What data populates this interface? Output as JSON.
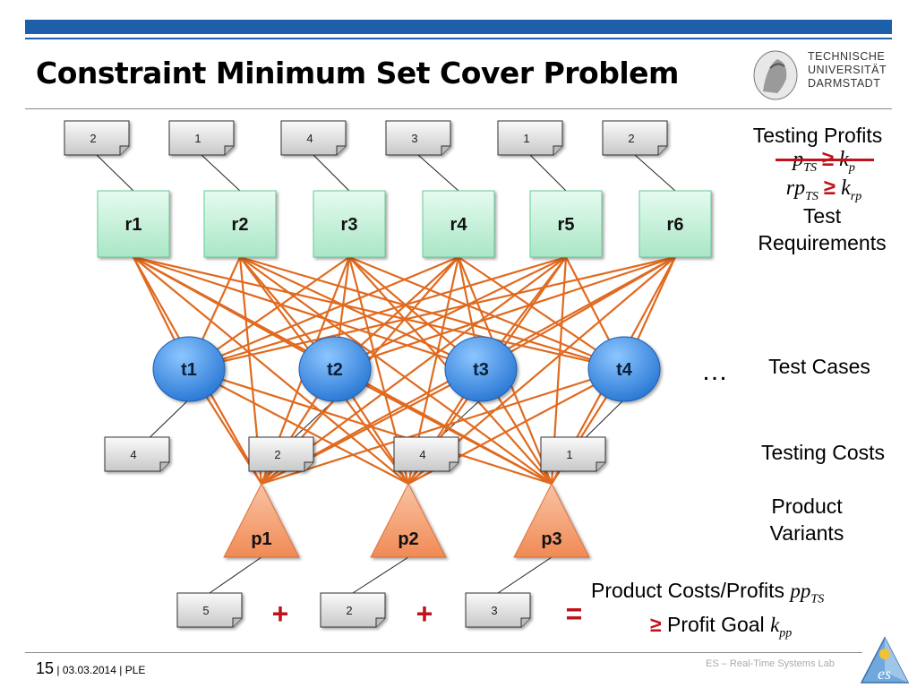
{
  "title": "Constraint Minimum Set Cover Problem",
  "logo": {
    "lines": [
      "TECHNISCHE",
      "UNIVERSITÄT",
      "DARMSTADT"
    ]
  },
  "profits": [
    "2",
    "1",
    "4",
    "3",
    "1",
    "2"
  ],
  "requirements": [
    "r1",
    "r2",
    "r3",
    "r4",
    "r5",
    "r6"
  ],
  "tests": [
    "t1",
    "t2",
    "t3",
    "t4"
  ],
  "test_costs": [
    "4",
    "2",
    "4",
    "1"
  ],
  "products": [
    "p1",
    "p2",
    "p3"
  ],
  "product_costs": [
    "5",
    "2",
    "3"
  ],
  "operators": [
    "+",
    "+",
    "="
  ],
  "ellipsis": "…",
  "labels": {
    "testing_profits": "Testing Profits",
    "eq1_lhs": "p",
    "eq1_sub": "TS",
    "geq": "≥",
    "eq1_rhs": "k",
    "eq1_rhs_sub": "p",
    "eq2_lhs": "rp",
    "eq2_sub": "TS",
    "eq2_rhs": "k",
    "eq2_rhs_sub": "rp",
    "test_requirements_1": "Test",
    "test_requirements_2": "Requirements",
    "test_cases": "Test Cases",
    "testing_costs": "Testing Costs",
    "product_variants_1": "Product",
    "product_variants_2": "Variants",
    "product_costs_profits": "Product Costs/Profits",
    "pp": "pp",
    "pp_sub": "TS",
    "profit_goal": "Profit Goal",
    "kpp": "k",
    "kpp_sub": "pp"
  },
  "footer": {
    "page": "15",
    "date": "03.03.2014",
    "author": "PLE",
    "lab": "ES – Real-Time Systems Lab"
  },
  "colors": {
    "accent": "#1d5fa8",
    "edge": "#e06a1f",
    "req_fill": "#c9f0dc",
    "test_fill": "#3a8fe0",
    "product_fill": "#f6a278",
    "red": "#c0121b"
  }
}
